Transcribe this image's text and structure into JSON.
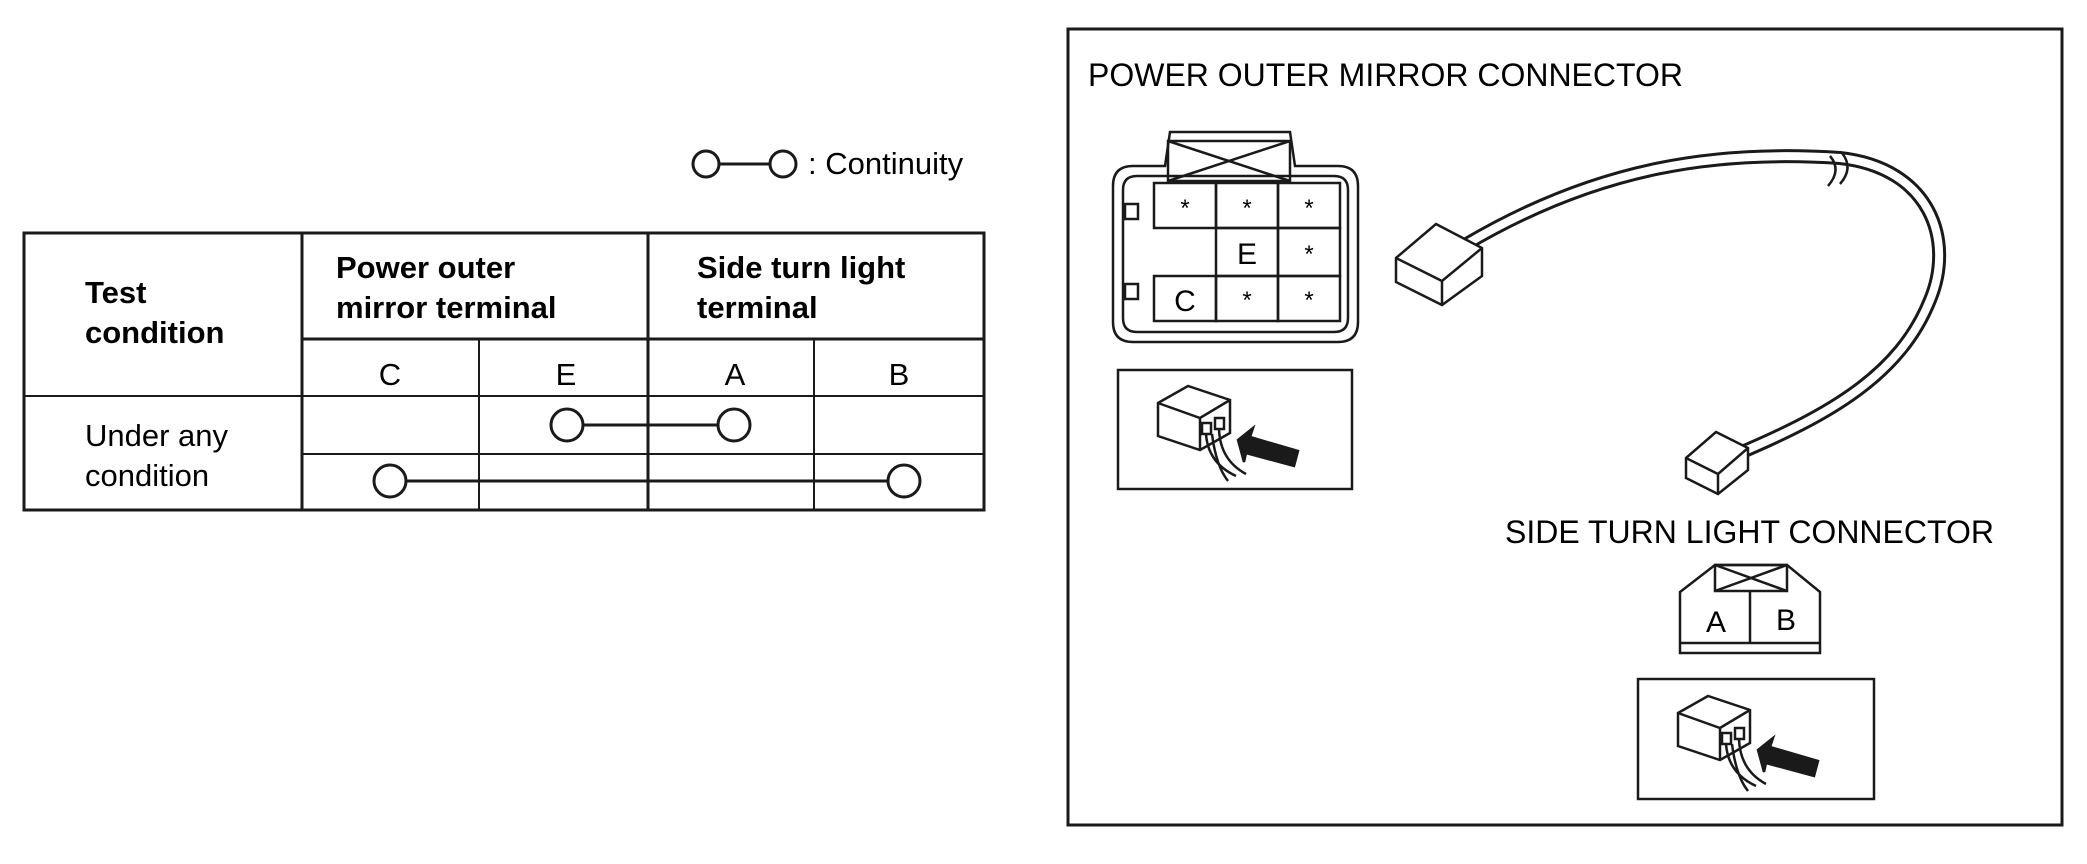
{
  "legend": {
    "text": ": Continuity"
  },
  "table": {
    "headers": {
      "test_condition": [
        "Test",
        "condition"
      ],
      "power_outer_mirror_terminal": [
        "Power outer",
        "mirror terminal"
      ],
      "side_turn_light_terminal": [
        "Side turn light",
        "terminal"
      ]
    },
    "terminals": [
      "C",
      "E",
      "A",
      "B"
    ],
    "rows": [
      {
        "condition": [
          "Under any",
          "condition"
        ]
      }
    ],
    "continuity": [
      {
        "from": "E",
        "to": "A"
      },
      {
        "from": "C",
        "to": "B"
      }
    ]
  },
  "diagram": {
    "power_outer_mirror_connector": {
      "title": "POWER OUTER MIRROR CONNECTOR",
      "pins": [
        "*",
        "*",
        "*",
        "E",
        "*",
        "C",
        "*",
        "*"
      ]
    },
    "side_turn_light_connector": {
      "title": "SIDE TURN LIGHT CONNECTOR",
      "pins": [
        "A",
        "B"
      ]
    }
  }
}
